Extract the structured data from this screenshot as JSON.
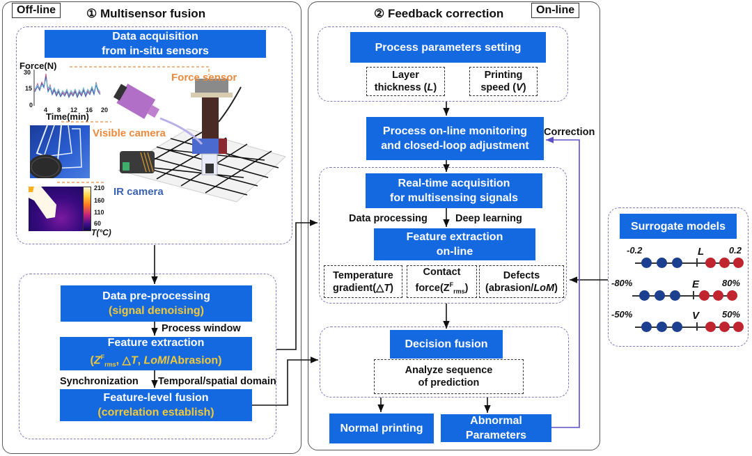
{
  "offline": {
    "tag": "Off-line",
    "title": "① Multisensor fusion",
    "acquisition": {
      "line1": "Data acquisition",
      "line2": "from in-situ sensors"
    },
    "force_plot": {
      "ylabel": "Force(N)",
      "xlabel": "Time(min)",
      "yticks": [
        "30",
        "15",
        "0"
      ],
      "xticks": [
        "4",
        "8",
        "12",
        "16",
        "20"
      ]
    },
    "sensor_labels": {
      "force_sensor": "Force sensor",
      "visible_camera": "Visible camera",
      "ir_camera": "IR camera"
    },
    "thermal_scale": {
      "ticks": [
        "210",
        "160",
        "110",
        "60"
      ],
      "label": "T(°C)"
    },
    "preprocessing": {
      "line1": "Data pre-processing",
      "line2": "(signal denoising)"
    },
    "process_window": "Process window",
    "feature_extraction": {
      "line1": "Feature extraction",
      "z": "Z",
      "z_sup": "F",
      "z_sub": "rms",
      "rest_a": ", △",
      "t": "T",
      "sep": ", ",
      "lom": "LoM",
      "rest_b": "/Abrasion)"
    },
    "synchronization": "Synchronization",
    "temporal_spatial": "Temporal/spatial domain",
    "feature_fusion": {
      "line1": "Feature-level fusion",
      "line2": "(correlation establish)"
    }
  },
  "online": {
    "tag": "On-line",
    "title": "② Feedback correction",
    "param_setting": "Process parameters setting",
    "layer_thickness": {
      "line1": "Layer",
      "line2a": "thickness (",
      "var": "L",
      "line2b": ")"
    },
    "printing_speed": {
      "line1": "Printing",
      "line2a": "speed (",
      "var": "V",
      "line2b": ")"
    },
    "monitoring": {
      "line1": "Process on-line monitoring",
      "line2": "and closed-loop adjustment"
    },
    "correction": "Correction",
    "realtime": {
      "line1": "Real-time acquisition",
      "line2": "for multisensing signals"
    },
    "data_processing": "Data processing",
    "deep_learning": "Deep learning",
    "feature_online": {
      "line1": "Feature extraction",
      "line2": "on-line"
    },
    "temperature": {
      "line1": "Temperature",
      "line2a": "gradient(△",
      "var": "T",
      "line2b": ")"
    },
    "contact": {
      "line1": "Contact",
      "line2a": "force(Z",
      "sup": "F",
      "sub": "rms",
      "line2b": ")"
    },
    "defects": {
      "line1": "Defects",
      "line2a": "(abrasion/",
      "var": "LoM",
      "line2b": ")"
    },
    "decision_fusion": "Decision fusion",
    "analyze": {
      "line1": "Analyze sequence",
      "line2": "of prediction"
    },
    "normal_printing": "Normal printing",
    "abnormal": {
      "line1": "Abnormal",
      "line2": "Parameters"
    }
  },
  "surrogate": {
    "title": "Surrogate models",
    "rows": [
      {
        "var": "L",
        "min": "-0.2",
        "max": "0.2"
      },
      {
        "var": "E",
        "min": "-80%",
        "max": "80%"
      },
      {
        "var": "V",
        "min": "-50%",
        "max": "50%"
      }
    ]
  },
  "colors": {
    "box_blue": "#1569e0",
    "highlight_yellow": "#f0c93a",
    "sensor_orange": "#e98a3e",
    "ir_blue": "#3a62b0",
    "dot_blue": "#1d3f8f",
    "dot_red": "#c0242f",
    "feedback_line": "#5a4fc8"
  }
}
